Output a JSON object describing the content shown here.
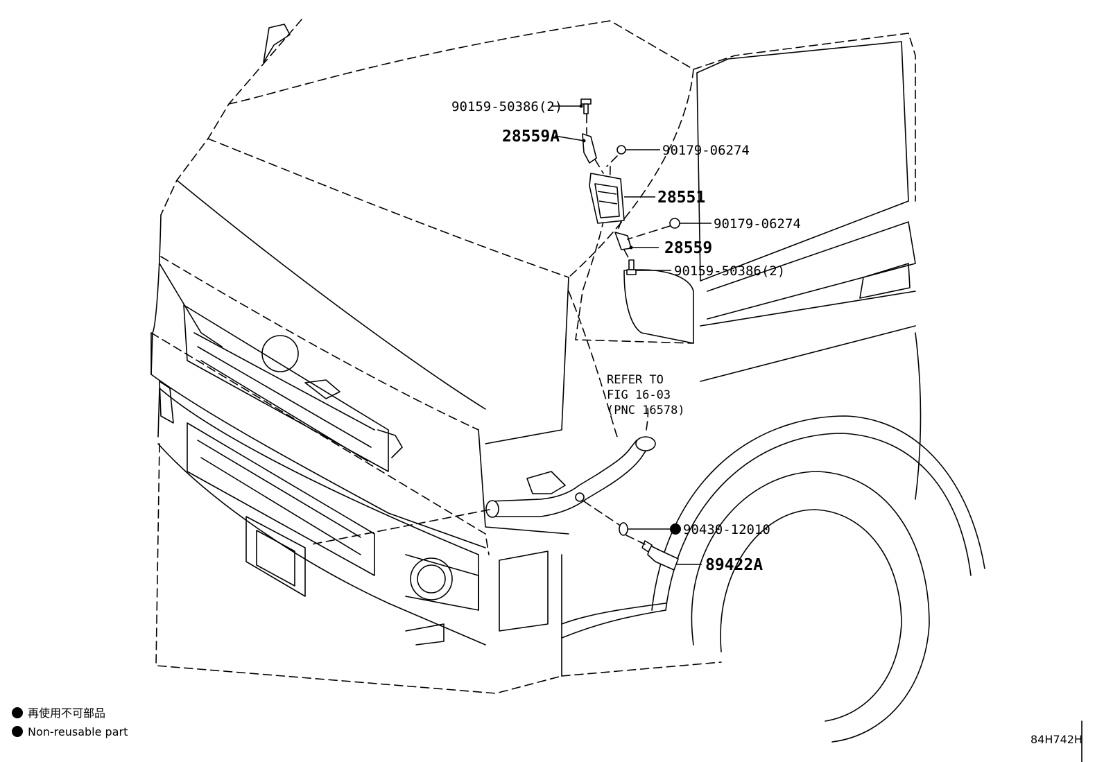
{
  "callouts": {
    "bolt_upper": "90159-50386(2)",
    "bracket_upper": "28559A",
    "nut_upper": "90179-06274",
    "relay": "28551",
    "nut_lower": "90179-06274",
    "bracket_lower": "28559",
    "bolt_lower": "90159-50386(2)",
    "gasket": "90430-12010",
    "sensor": "89422A"
  },
  "reference": {
    "line1": "REFER TO",
    "line2": "FIG 16-03",
    "line3": "(PNC 16578)"
  },
  "legend": {
    "japanese": "再使用不可部品",
    "english": "Non-reusable part"
  },
  "figure_code": "84H742H",
  "icons": {
    "non_reusable_marker": "filled-circle"
  }
}
